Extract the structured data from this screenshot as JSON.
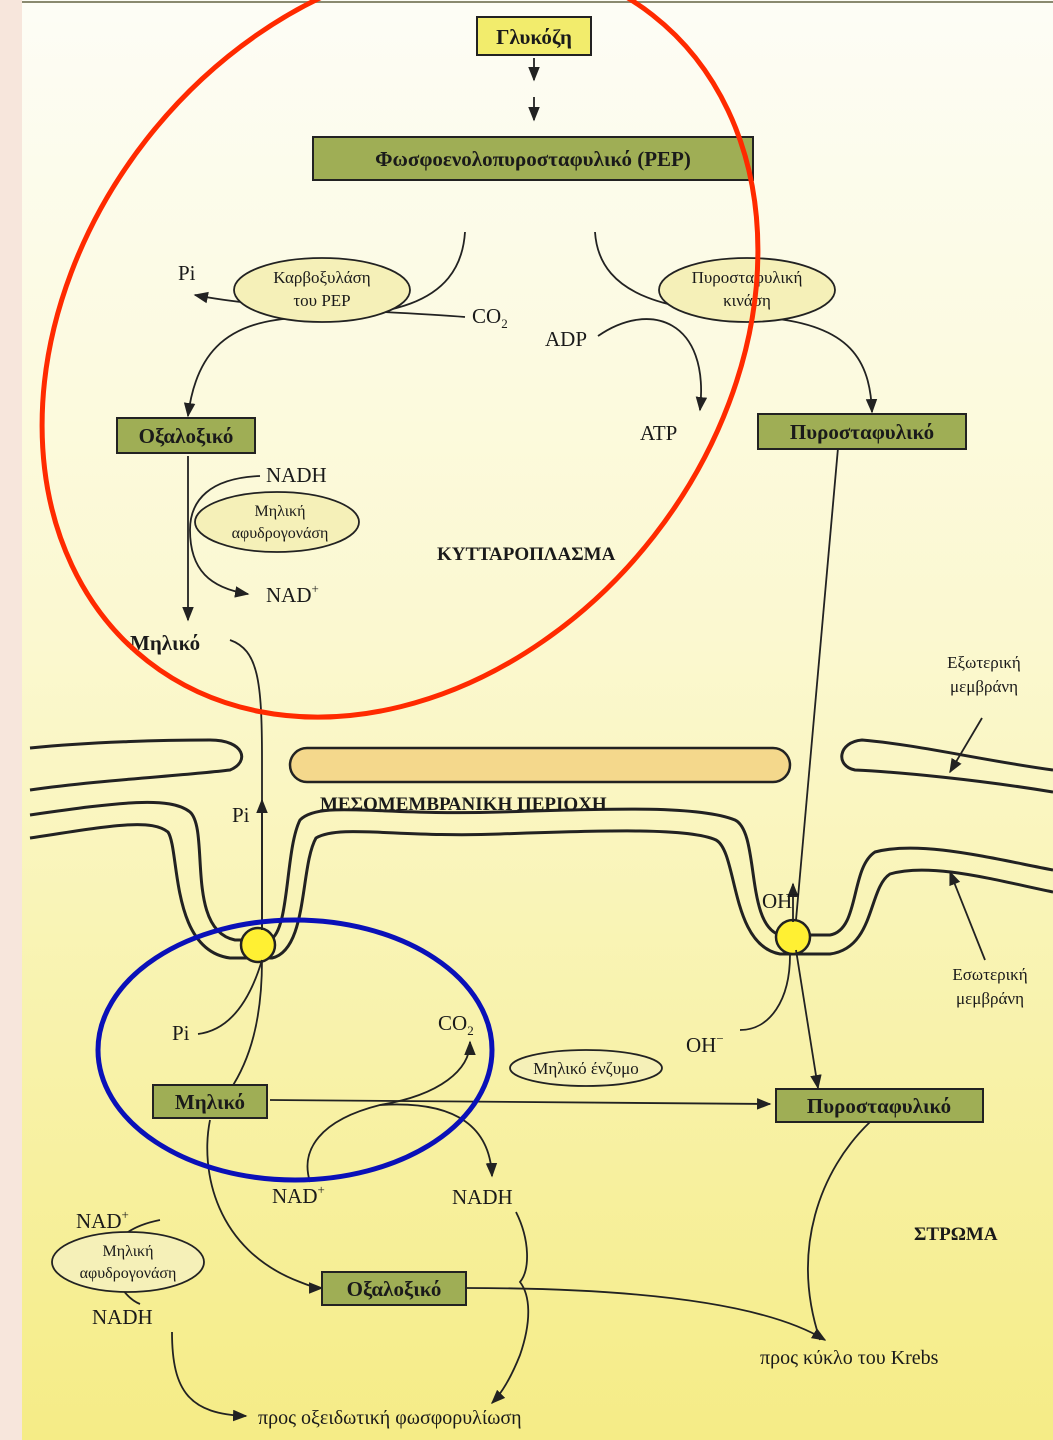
{
  "molecules": {
    "glucose": "Γλυκόζη",
    "pep": "Φωσφοενολοπυροσταφυλικό (PEP)",
    "oxaloacetate_cyto": "Οξαλοξικό",
    "pyruvate_cyto": "Πυροσταφυλικό",
    "malate_cyto": "Μηλικό",
    "malate_matrix": "Μηλικό",
    "pyruvate_matrix": "Πυροσταφυλικό",
    "oxaloacetate_matrix": "Οξαλοξικό"
  },
  "enzymes": {
    "pep_carboxylase_line1": "Καρβοξυλάση",
    "pep_carboxylase_line2": "του PEP",
    "pyruvate_kinase_line1": "Πυροσταφυλική",
    "pyruvate_kinase_line2": "κινάση",
    "malate_dh_cyto_line1": "Μηλική",
    "malate_dh_cyto_line2": "αφυδρογονάση",
    "malic_enzyme": "Μηλικό ένζυμο",
    "malate_dh_matrix_line1": "Μηλική",
    "malate_dh_matrix_line2": "αφυδρογονάση"
  },
  "cofactors": {
    "pi_top": "Pi",
    "co2_top": "CO",
    "co2_top_sub": "2",
    "adp": "ADP",
    "atp": "ATP",
    "nadh_cyto": "NADH",
    "nad_cyto": "NAD",
    "nad_cyto_sup": "+",
    "pi_ims": "Pi",
    "oh_ims": "OH",
    "oh_ims_sup": "−",
    "pi_matrix": "Pi",
    "co2_matrix": "CO",
    "co2_matrix_sub": "2",
    "oh_matrix": "OH",
    "oh_matrix_sup": "−",
    "nad_matrix": "NAD",
    "nad_matrix_sup": "+",
    "nadh_matrix": "NADH",
    "nad_left": "NAD",
    "nad_left_sup": "+",
    "nadh_left": "NADH"
  },
  "regions": {
    "cytoplasm": "ΚΥΤΤΑΡΟΠΛΑΣΜΑ",
    "intermembrane": "ΜΕΣΟΜΕΜΒΡΑΝΙΚΗ ΠΕΡΙΟΧΗ",
    "stroma": "ΣΤΡΩΜΑ",
    "outer_membrane_line1": "Εξωτερική",
    "outer_membrane_line2": "μεμβράνη",
    "inner_membrane_line1": "Εσωτερική",
    "inner_membrane_line2": "μεμβράνη"
  },
  "destinations": {
    "krebs": "προς κύκλο του Krebs",
    "oxphos": "προς οξειδωτική φωσφορυλίωση"
  },
  "colors": {
    "background_top": "#fdfdf6",
    "background_bottom": "#f6ee8e",
    "left_strip": "#f7e6dc",
    "molecule_box": "#9fae55",
    "glucose_box": "#f2ec6c",
    "enzyme_fill": "#f5f0b8",
    "intermembrane_bar": "#f4d88c",
    "transporter": "#fff033",
    "red_highlight": "#ff2a00",
    "blue_highlight": "#0a10b8",
    "line": "#222222"
  }
}
